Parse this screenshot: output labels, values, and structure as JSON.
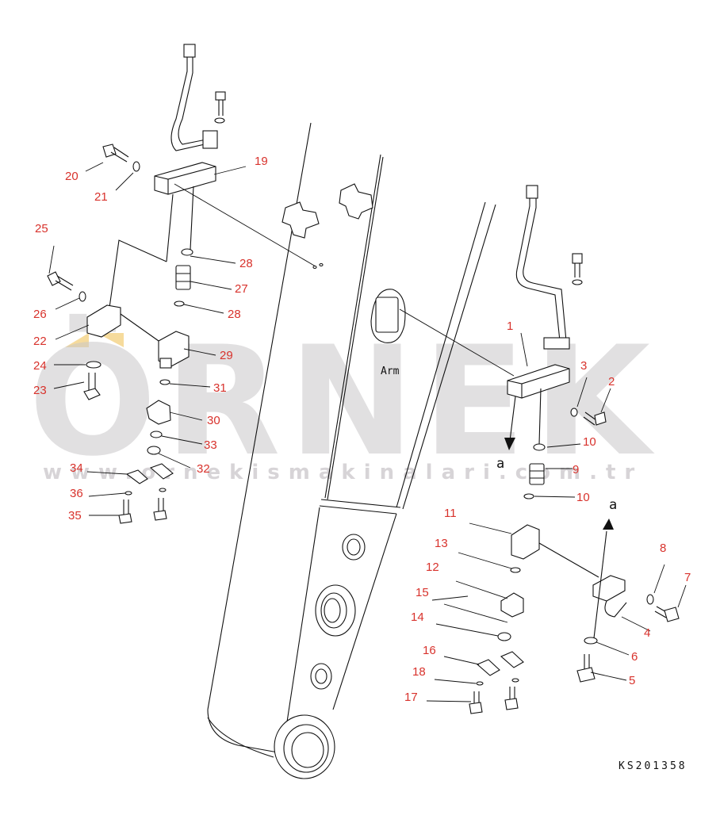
{
  "watermark": {
    "brand": "ÖRNEK",
    "url": "www.ornekismakinalari.com.tr",
    "colors": {
      "watermark": "#c9c6c9",
      "accent": "#f0c35a"
    }
  },
  "diagram": {
    "arm_label": "Arm",
    "arrow_labels": [
      "a",
      "a"
    ],
    "code": "KS201358",
    "label_color": "#d8322c",
    "parts": [
      "1",
      "2",
      "3",
      "4",
      "5",
      "6",
      "7",
      "8",
      "9",
      "10",
      "10",
      "11",
      "12",
      "13",
      "14",
      "15",
      "16",
      "17",
      "18",
      "19",
      "20",
      "21",
      "22",
      "23",
      "24",
      "25",
      "26",
      "27",
      "28",
      "28",
      "29",
      "30",
      "31",
      "32",
      "33",
      "34",
      "35",
      "36"
    ]
  }
}
